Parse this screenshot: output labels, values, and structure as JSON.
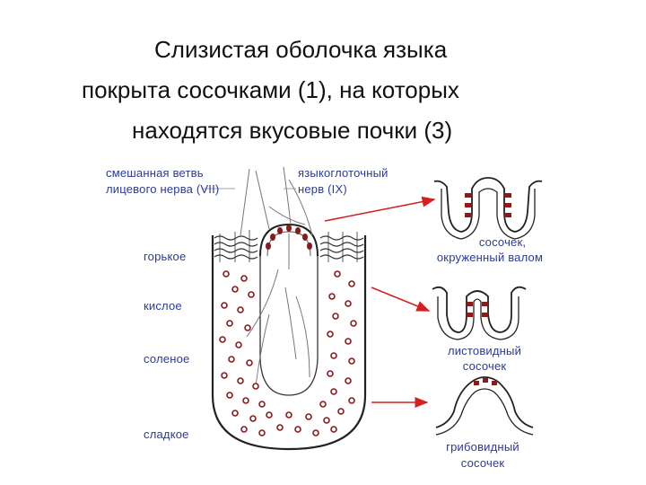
{
  "title": {
    "line1": "Слизистая оболочка языка",
    "line2": "покрыта сосочками (1), на которых",
    "line3": "находятся вкусовые почки (3)"
  },
  "nerves": {
    "facial_line1": "смешанная ветвь",
    "facial_line2": "лицевого нерва (VII)",
    "glosso_line1": "языкоглоточный",
    "glosso_line2": "нерв (IX)"
  },
  "tastes": {
    "bitter": "горькое",
    "sour": "кислое",
    "salty": "соленое",
    "sweet": "сладкое"
  },
  "papillae": {
    "circumvallate_line1": "сосочек,",
    "circumvallate_line2": "окруженный валом",
    "foliate_line1": "листовидный",
    "foliate_line2": "сосочек",
    "fungiform_line1": "грибовидный",
    "fungiform_line2": "сосочек"
  },
  "colors": {
    "label_blue": "#2a3a9a",
    "arrow_red": "#d42020",
    "bud_dark": "#8b1a1a",
    "outline": "#222222"
  }
}
